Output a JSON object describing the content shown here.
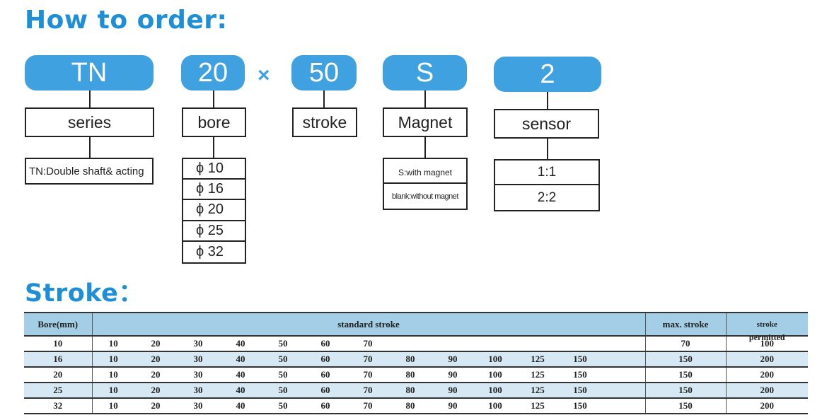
{
  "title_order": "How to order:",
  "title_stroke": "Stroke：",
  "code": {
    "series": "TN",
    "bore": "20",
    "times": "×",
    "stroke": "50",
    "magnet": "S",
    "sensor": "2"
  },
  "labels": {
    "series": "series",
    "bore": "bore",
    "stroke": "stroke",
    "magnet": "Magnet",
    "sensor": "sensor"
  },
  "options": {
    "series": [
      "TN:Double shaft& acting"
    ],
    "bore": [
      "ϕ 10",
      "ϕ 16",
      "ϕ 20",
      "ϕ 25",
      "ϕ 32"
    ],
    "magnet": [
      "S:with magnet",
      "blank:without magnet"
    ],
    "sensor": [
      "1:1",
      "2:2"
    ]
  },
  "table": {
    "headers": {
      "bore": "Bore(mm)",
      "standard": "standard stroke",
      "max": "max. stroke",
      "permitted": "stroke",
      "permitted_line2": "permitted"
    },
    "rows": [
      {
        "bore": "10",
        "strokes": [
          "10",
          "20",
          "30",
          "40",
          "50",
          "60",
          "70",
          "",
          "",
          "",
          "",
          ""
        ],
        "max": "70",
        "permitted": "100"
      },
      {
        "bore": "16",
        "strokes": [
          "10",
          "20",
          "30",
          "40",
          "50",
          "60",
          "70",
          "80",
          "90",
          "100",
          "125",
          "150"
        ],
        "max": "150",
        "permitted": "200"
      },
      {
        "bore": "20",
        "strokes": [
          "10",
          "20",
          "30",
          "40",
          "50",
          "60",
          "70",
          "80",
          "90",
          "100",
          "125",
          "150"
        ],
        "max": "150",
        "permitted": "200"
      },
      {
        "bore": "25",
        "strokes": [
          "10",
          "20",
          "30",
          "40",
          "50",
          "60",
          "70",
          "80",
          "90",
          "100",
          "125",
          "150"
        ],
        "max": "150",
        "permitted": "200"
      },
      {
        "bore": "32",
        "strokes": [
          "10",
          "20",
          "30",
          "40",
          "50",
          "60",
          "70",
          "80",
          "90",
          "100",
          "125",
          "150"
        ],
        "max": "150",
        "permitted": "200"
      }
    ]
  }
}
